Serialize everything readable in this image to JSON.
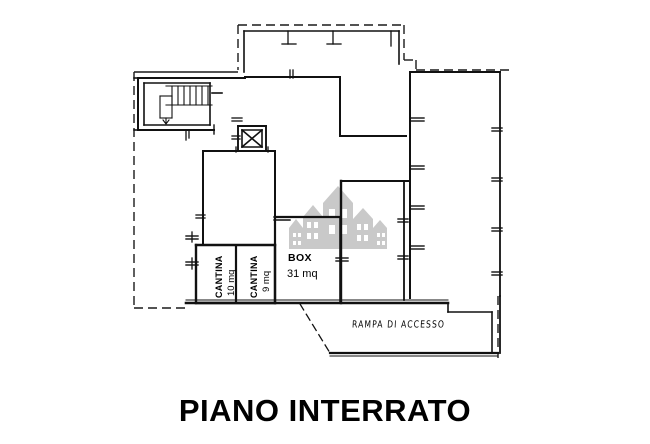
{
  "document": {
    "type": "architectural-floor-plan",
    "title": "PIANO INTERRATO",
    "language": "it"
  },
  "rooms": [
    {
      "id": "cantina-10",
      "name": "CANTINA",
      "area": "10 mq",
      "orientation": "vertical"
    },
    {
      "id": "cantina-9",
      "name": "CANTINA",
      "area": "9 mq",
      "orientation": "vertical"
    },
    {
      "id": "box-garage",
      "name": "BOX",
      "area": "31 mq",
      "orientation": "horizontal"
    }
  ],
  "annotations": [
    {
      "id": "ramp",
      "text": "RAMPA DI ACCESSO",
      "style": "handwritten"
    }
  ],
  "features": {
    "staircase": "stair-run-with-landing",
    "elevator": "elevator-shaft-x-mark",
    "boundary": "dashed-property-line"
  },
  "colors": {
    "ink": "#000000",
    "paper": "#ffffff",
    "watermark": "#c9c9c9",
    "watermark_dark": "#bdbdbd"
  }
}
